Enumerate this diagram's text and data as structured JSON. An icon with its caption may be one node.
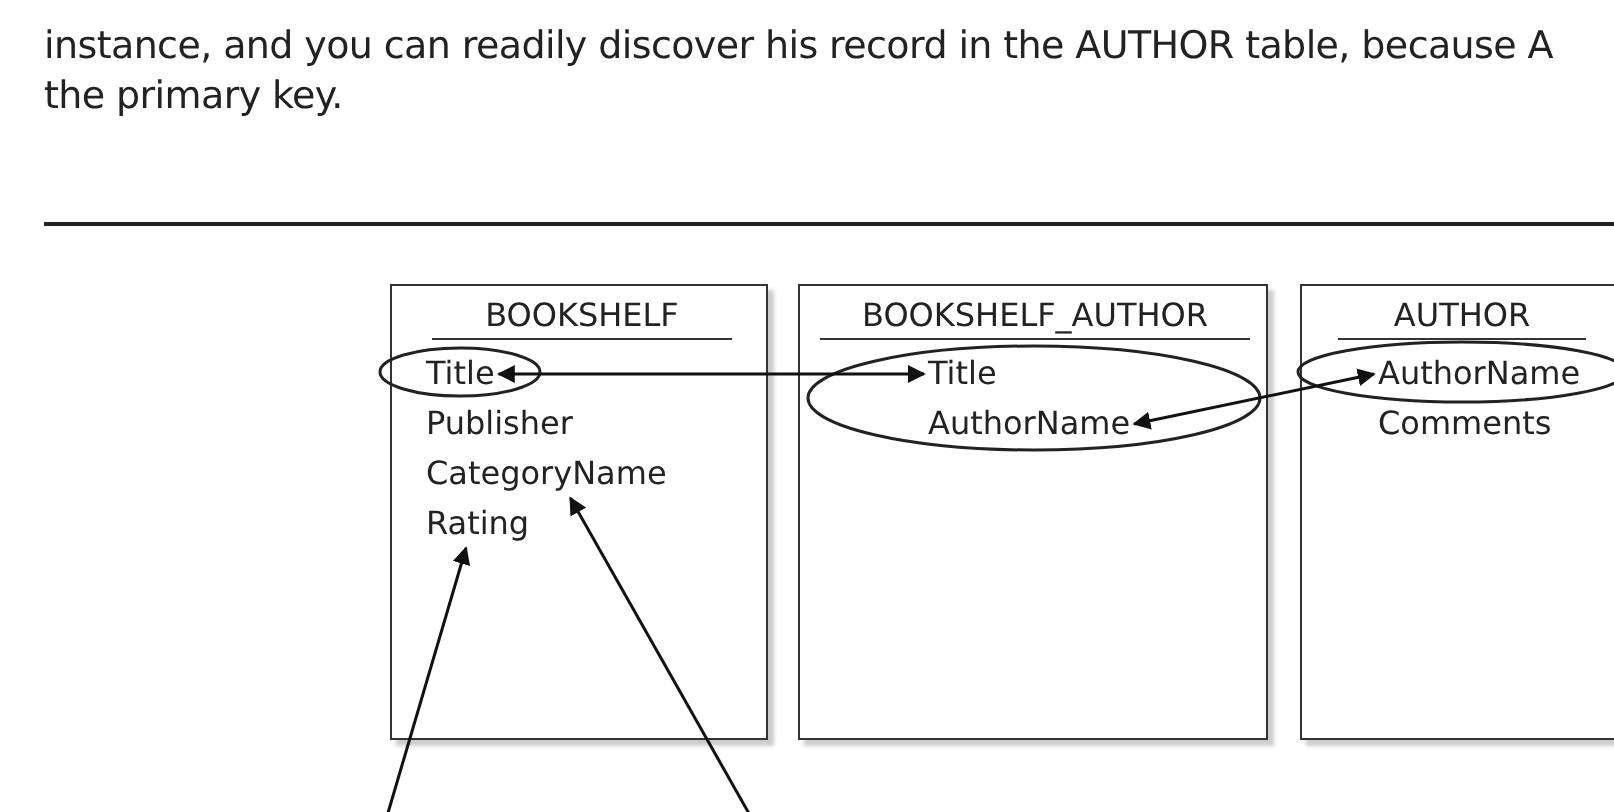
{
  "diagram": {
    "nodes": [
      {
        "text": [
          "BOOKSHELF"
        ]
      },
      {
        "text": [
          "Title"
        ],
        "in": 0
      },
      {
        "text": [
          "Publisher"
        ],
        "in": 0
      },
      {
        "text": [
          "CategoryName"
        ],
        "in": 0
      },
      {
        "text": [
          "Rating"
        ],
        "in": 0
      },
      {
        "text": [
          "BOOKSHELF_AUTHOR"
        ]
      },
      {
        "text": [
          "Title"
        ],
        "in": 5
      },
      {
        "text": [
          "AuthorName"
        ],
        "in": 5
      },
      {
        "text": [
          "AUTHOR"
        ]
      },
      {
        "text": [
          "AuthorName"
        ],
        "in": 8
      },
      {
        "text": [
          "Comments"
        ],
        "in": 8
      }
    ],
    "edges": [
      {
        "from": 1,
        "to": 6,
        "arrow": "both"
      },
      {
        "from": 7,
        "to": 9,
        "arrow": "both"
      },
      {
        "from": null,
        "to": 4,
        "arrow": "to"
      },
      {
        "from": null,
        "to": 3,
        "arrow": "to"
      }
    ],
    "labels": [
      "instance, and you can readily discover his record in the AUTHOR table, because A",
      "the primary key."
    ]
  }
}
